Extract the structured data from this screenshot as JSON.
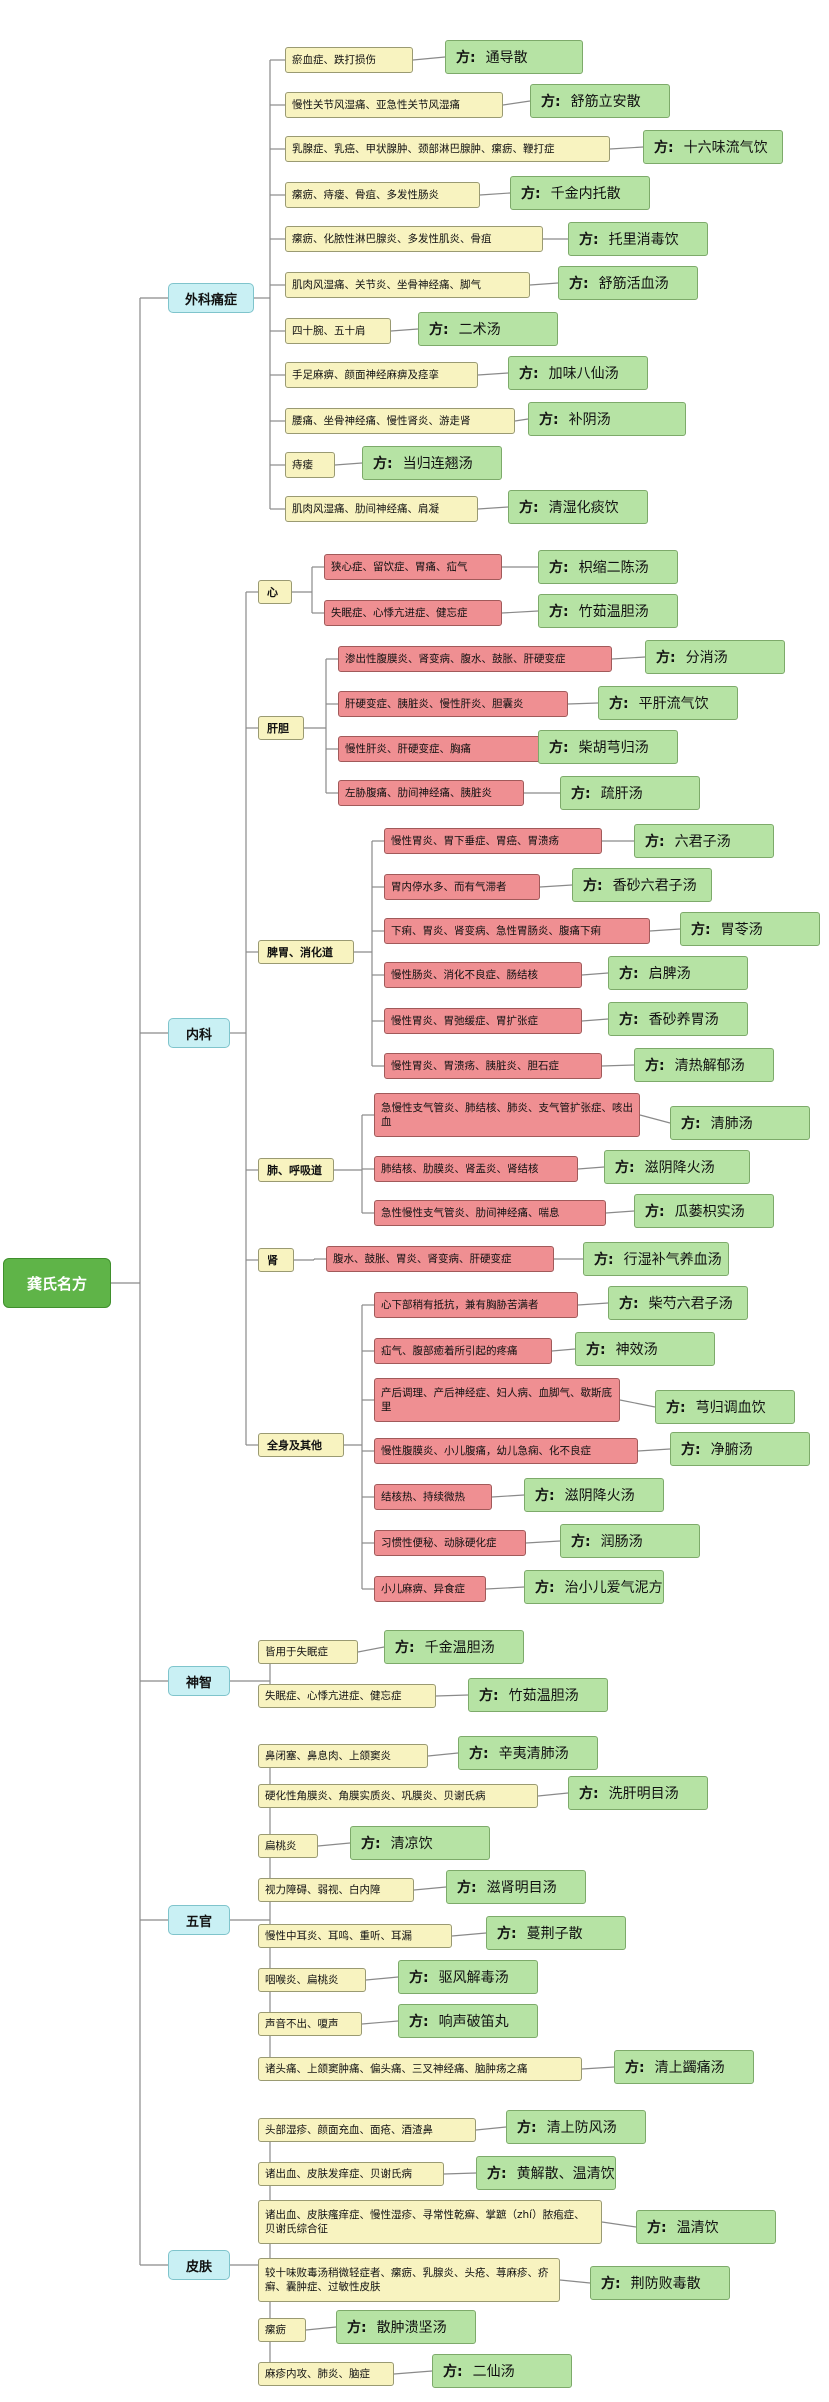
{
  "root": "龚氏名方",
  "fang_prefix": "方:",
  "categories": [
    {
      "name": "外科痛症",
      "items": [
        {
          "symptoms": "瘀血症、跌打损伤",
          "formula": "通导散"
        },
        {
          "symptoms": "慢性关节风湿痛、亚急性关节风湿痛",
          "formula": "舒筋立安散"
        },
        {
          "symptoms": "乳腺症、乳癌、甲状腺肿、颈部淋巴腺肿、瘰疬、鞭打症",
          "formula": "十六味流气饮"
        },
        {
          "symptoms": "瘰疬、痔瘘、骨疽、多发性肠炎",
          "formula": "千金内托散"
        },
        {
          "symptoms": "瘰疬、化脓性淋巴腺炎、多发性肌炎、骨疽",
          "formula": "托里消毒饮"
        },
        {
          "symptoms": "肌肉风湿痛、关节炎、坐骨神经痛、脚气",
          "formula": "舒筋活血汤"
        },
        {
          "symptoms": "四十腕、五十肩",
          "formula": "二术汤"
        },
        {
          "symptoms": "手足麻痹、颜面神经麻痹及痉挛",
          "formula": "加味八仙汤"
        },
        {
          "symptoms": "腰痛、坐骨神经痛、慢性肾炎、游走肾",
          "formula": "补阴汤"
        },
        {
          "symptoms": "痔瘘",
          "formula": "当归连翘汤"
        },
        {
          "symptoms": "肌肉风湿痛、肋间神经痛、肩凝",
          "formula": "清湿化痰饮"
        }
      ]
    },
    {
      "name": "内科",
      "subs": [
        {
          "name": "心",
          "items": [
            {
              "symptoms": "狭心症、留饮症、胃痛、疝气",
              "formula": "枳缩二陈汤"
            },
            {
              "symptoms": "失眠症、心悸亢进症、健忘症",
              "formula": "竹茹温胆汤"
            }
          ]
        },
        {
          "name": "肝胆",
          "items": [
            {
              "symptoms": "渗出性腹膜炎、肾变病、腹水、鼓胀、肝硬变症",
              "formula": "分消汤"
            },
            {
              "symptoms": "肝硬变症、胰脏炎、慢性肝炎、胆囊炎",
              "formula": "平肝流气饮"
            },
            {
              "symptoms": "慢性肝炎、肝硬变症、胸痛",
              "formula": "柴胡芎归汤"
            },
            {
              "symptoms": "左胁腹痛、肋间神经痛、胰脏炎",
              "formula": "疏肝汤"
            }
          ]
        },
        {
          "name": "脾胃、消化道",
          "items": [
            {
              "symptoms": "慢性胃炎、胃下垂症、胃癌、胃溃疡",
              "formula": "六君子汤"
            },
            {
              "symptoms": "胃内停水多、而有气滞者",
              "formula": "香砂六君子汤"
            },
            {
              "symptoms": "下痢、胃炎、肾变病、急性胃肠炎、腹痛下痢",
              "formula": "胃苓汤"
            },
            {
              "symptoms": "慢性肠炎、消化不良症、肠结核",
              "formula": "启脾汤"
            },
            {
              "symptoms": "慢性胃炎、胃弛缓症、胃扩张症",
              "formula": "香砂养胃汤"
            },
            {
              "symptoms": "慢性胃炎、胃溃疡、胰脏炎、胆石症",
              "formula": "清热解郁汤"
            }
          ]
        },
        {
          "name": "肺、呼吸道",
          "items": [
            {
              "symptoms": "急慢性支气管炎、肺结核、肺炎、支气管扩张症、咳出血",
              "formula": "清肺汤"
            },
            {
              "symptoms": "肺结核、肋膜炎、肾盂炎、肾结核",
              "formula": "滋阴降火汤"
            },
            {
              "symptoms": "急性慢性支气管炎、肋间神经痛、喘息",
              "formula": "瓜蒌枳实汤"
            }
          ]
        },
        {
          "name": "肾",
          "items": [
            {
              "symptoms": "腹水、鼓胀、胃炎、肾变病、肝硬变症",
              "formula": "行湿补气养血汤"
            }
          ]
        },
        {
          "name": "全身及其他",
          "items": [
            {
              "symptoms": "心下部稍有抵抗，兼有胸胁苦满者",
              "formula": "柴芍六君子汤"
            },
            {
              "symptoms": "疝气、腹部癒着所引起的疼痛",
              "formula": "神效汤"
            },
            {
              "symptoms": "产后调理、产后神经症、妇人病、血脚气、歇斯底里",
              "formula": "芎归调血饮"
            },
            {
              "symptoms": "慢性腹膜炎、小儿腹痛，幼儿急痫、化不良症",
              "formula": "净腑汤"
            },
            {
              "symptoms": "结核热、持续微热",
              "formula": "滋阴降火汤"
            },
            {
              "symptoms": "习惯性便秘、动脉硬化症",
              "formula": "润肠汤"
            },
            {
              "symptoms": "小儿麻痹、异食症",
              "formula": "治小儿爱气泥方"
            }
          ]
        }
      ]
    },
    {
      "name": "神智",
      "items": [
        {
          "symptoms": "皆用于失眠症",
          "formula": "千金温胆汤"
        },
        {
          "symptoms": "失眠症、心悸亢进症、健忘症",
          "formula": "竹茹温胆汤"
        }
      ]
    },
    {
      "name": "五官",
      "items": [
        {
          "symptoms": "鼻闭塞、鼻息肉、上颌窦炎",
          "formula": "辛夷清肺汤"
        },
        {
          "symptoms": "硬化性角膜炎、角膜实质炎、巩膜炎、贝谢氏病",
          "formula": "洗肝明目汤"
        },
        {
          "symptoms": "扁桃炎",
          "formula": "清凉饮"
        },
        {
          "symptoms": "视力障碍、弱视、白内障",
          "formula": "滋肾明目汤"
        },
        {
          "symptoms": "慢性中耳炎、耳鸣、重听、耳漏",
          "formula": "蔓荆子散"
        },
        {
          "symptoms": "咽喉炎、扁桃炎",
          "formula": "驱风解毒汤"
        },
        {
          "symptoms": "声音不出、嗄声",
          "formula": "响声破笛丸"
        },
        {
          "symptoms": "诸头痛、上颌窦肿痛、偏头痛、三叉神经痛、脑肿疡之痛",
          "formula": "清上蠲痛汤"
        }
      ]
    },
    {
      "name": "皮肤",
      "items": [
        {
          "symptoms": "头部湿疹、颜面充血、面疮、酒渣鼻",
          "formula": "清上防风汤"
        },
        {
          "symptoms": "诸出血、皮肤发痒症、贝谢氏病",
          "formula": "黄解散、温清饮"
        },
        {
          "symptoms": "诸出血、皮肤瘙痒症、慢性湿疹、寻常性乾癣、掌蹠（zhí）脓疱症、贝谢氏综合征",
          "formula": "温清饮"
        },
        {
          "symptoms": "较十味败毒汤稍微轻症者、瘰疬、乳腺炎、头疮、荨麻疹、疥癣、囊肿症、过敏性皮肤",
          "formula": "荆防败毒散"
        },
        {
          "symptoms": "瘰疬",
          "formula": "散肿溃坚汤"
        },
        {
          "symptoms": "麻疹内攻、肺炎、脑症",
          "formula": "二仙汤"
        }
      ]
    }
  ]
}
